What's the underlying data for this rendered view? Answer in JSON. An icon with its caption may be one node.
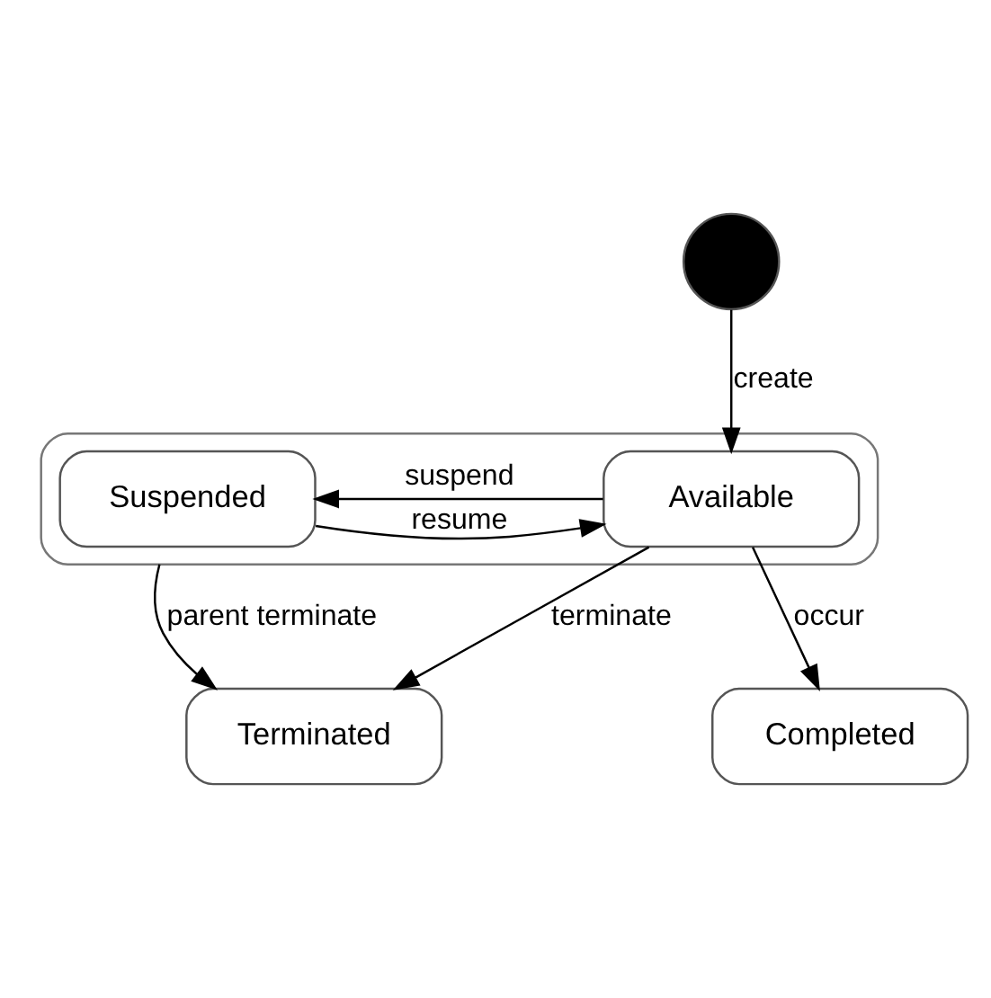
{
  "diagram": {
    "nodes": [
      {
        "text": [],
        "shape": "circle"
      },
      {
        "text": [],
        "shape": "box"
      },
      {
        "text": [
          "Available"
        ],
        "in": 1
      },
      {
        "text": [
          "Suspended"
        ],
        "in": 1
      },
      {
        "text": [
          "Completed"
        ]
      },
      {
        "text": [
          "Terminated"
        ]
      }
    ],
    "edges": [
      {
        "from": 0,
        "to": 2,
        "arrow": "to",
        "label": "create"
      },
      {
        "from": 3,
        "to": 2,
        "arrow": "to",
        "label": "resume"
      },
      {
        "from": 2,
        "to": 3,
        "arrow": "to",
        "label": "suspend"
      },
      {
        "from": 2,
        "to": 4,
        "arrow": "to",
        "label": "occur"
      },
      {
        "from": 2,
        "to": 5,
        "arrow": "to",
        "label": "terminate"
      },
      {
        "from": 1,
        "to": 5,
        "arrow": "to",
        "label": "parent terminate"
      }
    ]
  }
}
